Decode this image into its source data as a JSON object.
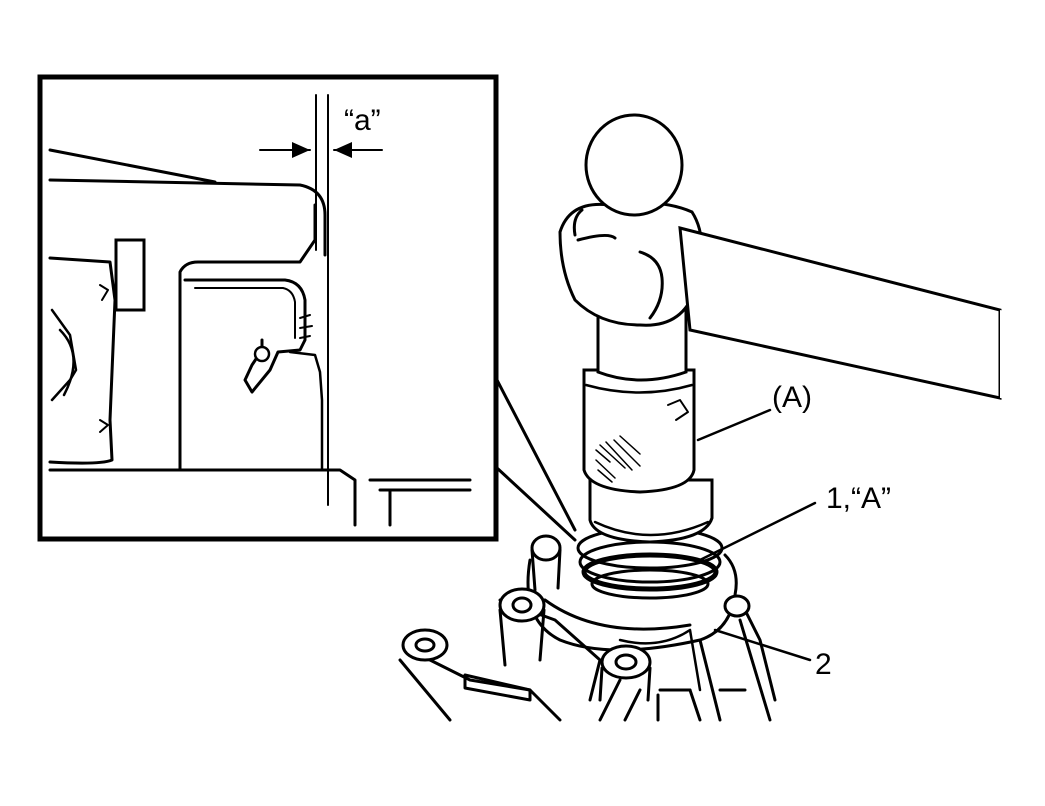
{
  "callouts": {
    "gap": "“a”",
    "tool": "(A)",
    "seal": "1,“A”",
    "housing": "2"
  },
  "colors": {
    "ink": "#000000",
    "paper": "#ffffff"
  }
}
